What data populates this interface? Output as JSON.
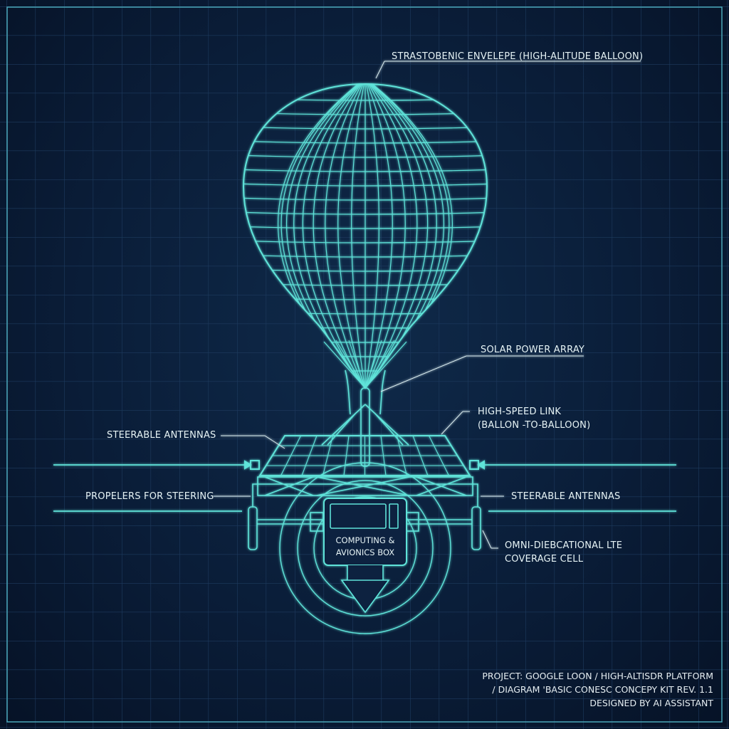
{
  "title": "STRASTOBENIC ENVELEPE (HIGH-ALITUDE BALLOON)",
  "labels": {
    "solar": "SOLAR POWER ARRAY",
    "link_line1": "HIGH-SPEED LINK",
    "link_line2": "(BALLON -TO-BALLOON)",
    "antennas_left": "STEERABLE ANTENNAS",
    "antennas_right": "STEERABLE ANTENNAS",
    "propellers": "PROPELERS FOR STEERING",
    "lte_line1": "OMNI-DIEBCATIONAL LTE",
    "lte_line2": "COVERAGE CELL",
    "box_line1": "COMPUTING &",
    "box_line2": "AVIONICS BOX"
  },
  "footer": {
    "line1": "PROJECT: GOOGLE LOON / HIGH-ALTISDR PLATFORM",
    "line2": "/ DIAGRAM 'BASIC CONESC CONCEPY KIT REV. 1.1",
    "line3": "DESIGNED BY AI ASSISTANT"
  },
  "colors": {
    "line": "#5fe3d9",
    "background": "#0a1d38",
    "grid": "#1d3a5e"
  }
}
